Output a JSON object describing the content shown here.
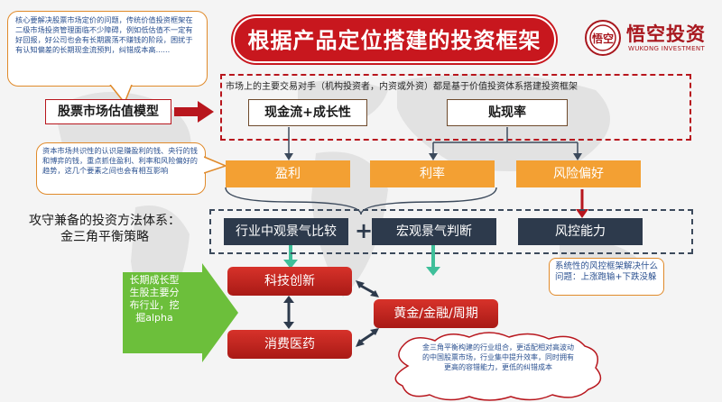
{
  "title": "根据产品定位搭建的投资框架",
  "logo": {
    "name": "悟空投资",
    "sub": "WUKONG INVESTMENT",
    "seal": "悟空"
  },
  "callouts": {
    "top_left": "核心要解决股票市场定价的问题，传统价值投资框架在二级市场投资管理面临不少障碍，例如低估值不一定有好回报，好公司也会有长期震荡不赚钱的阶段，困扰于有认知偏差的长期现金流预判，纠错成本高......",
    "mid_left": "资本市场共识性的认识是赚盈利的钱、央行的钱和博弈的钱，重点抓住盈利、利率和风险偏好的趋势，这几个要素之间也会有相互影响"
  },
  "valuation": {
    "label": "股票市场估值模型",
    "note": "市场上的主要交易对手（机构投资者，内资或外资）都是基于价值投资体系搭建投资框架",
    "box1": "现金流+成长性",
    "box2": "贴现率"
  },
  "factors": [
    "盈利",
    "利率",
    "风险偏好"
  ],
  "methods": {
    "label_line1": "攻守兼备的投资方法体系：",
    "label_line2": "金三角平衡策略",
    "items": [
      "行业中观景气比较",
      "宏观景气判断",
      "风控能力"
    ],
    "plus": "+"
  },
  "risk_note": "系统性的风控框架解决什么问题：上涨跑输+下跌没躲",
  "growth_arrow": "长期成长型生股主要分布行业，挖掘alpha",
  "triangle": {
    "top": "科技创新",
    "bottom": "消费医药",
    "right": "黄金/金融/周期"
  },
  "cloud": "金三角平衡构建的行业组合，更适配相对高波动的中国股票市场，行业集中提升效率，同时拥有更高的容错能力，更低的纠错成本",
  "colors": {
    "red": "#c8171e",
    "orange": "#f3a033",
    "navy": "#2d3a4c",
    "green": "#6cbf3b"
  }
}
